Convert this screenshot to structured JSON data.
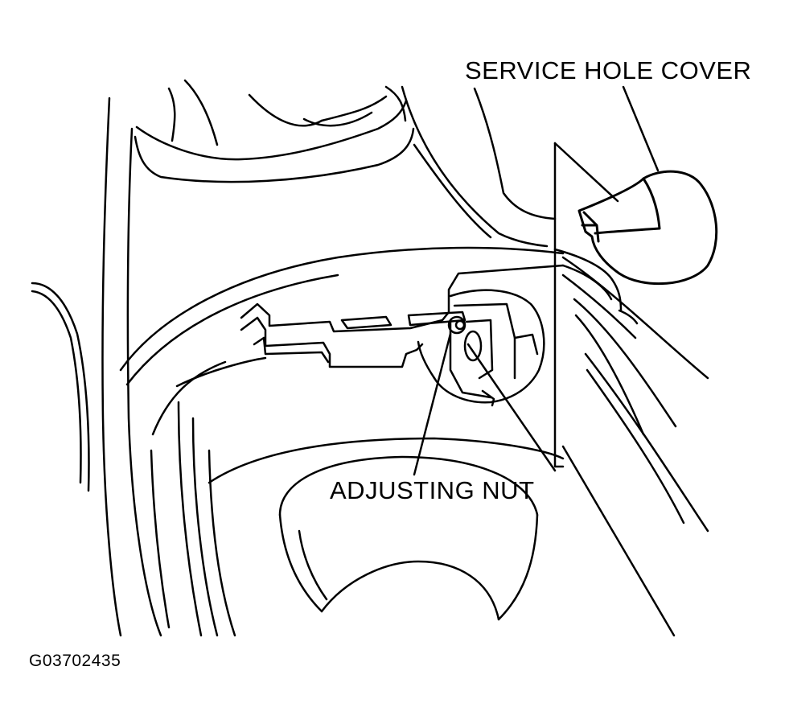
{
  "labels": {
    "service_hole_cover": "SERVICE HOLE COVER",
    "adjusting_nut": "ADJUSTING NUT",
    "figure_code": "G03702435"
  }
}
